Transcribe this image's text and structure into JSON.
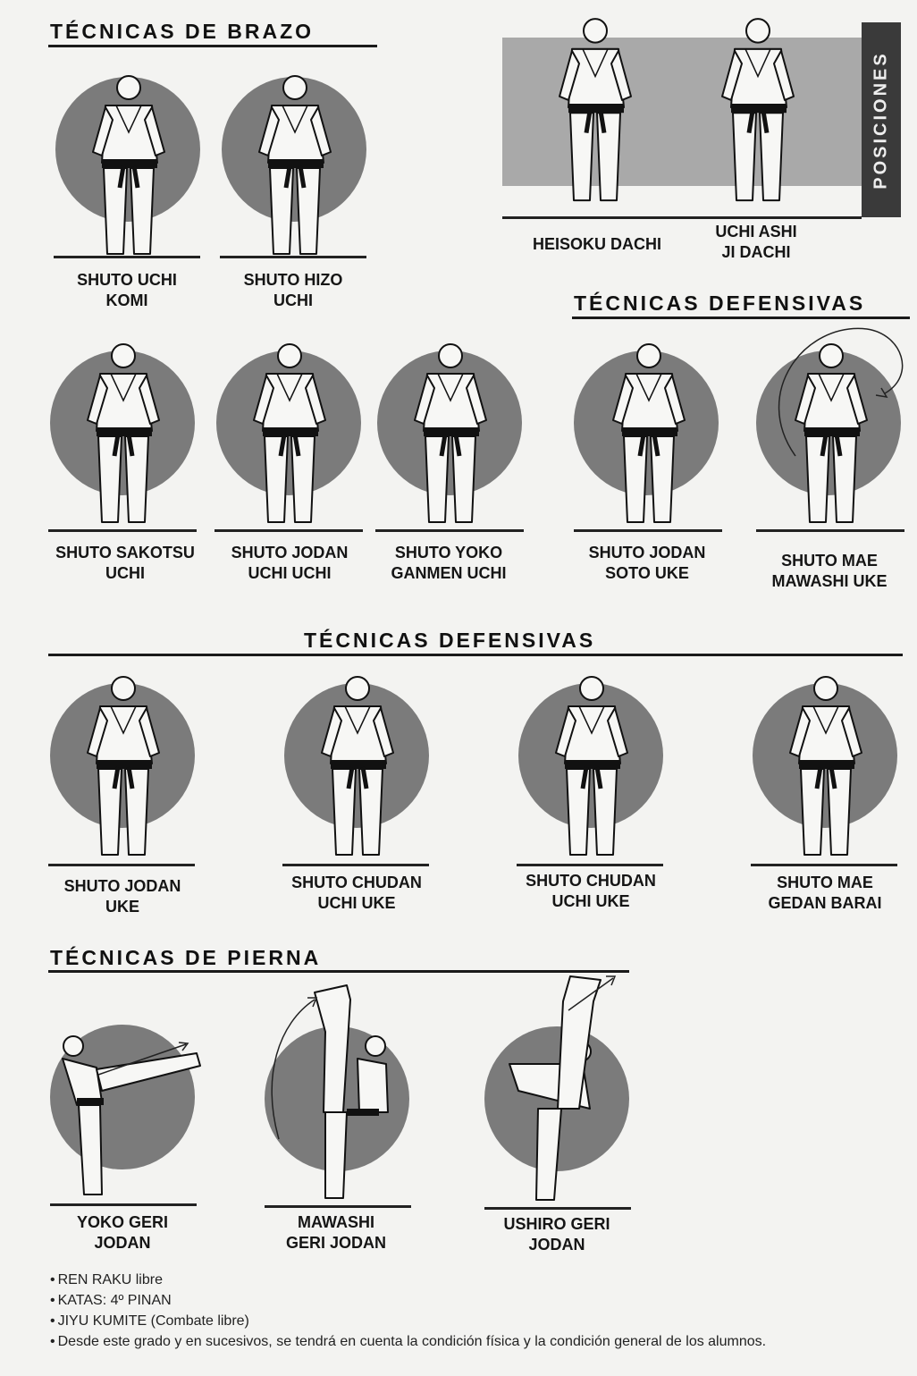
{
  "sections": {
    "arm": "TÉCNICAS DE BRAZO",
    "def1": "TÉCNICAS DEFENSIVAS",
    "def2": "TÉCNICAS DEFENSIVAS",
    "leg": "TÉCNICAS DE PIERNA",
    "positions": "POSICIONES"
  },
  "techniques": {
    "shuto_uchi_komi": [
      "SHUTO UCHI",
      "KOMI"
    ],
    "shuto_hizo_uchi": [
      "SHUTO HIZO",
      "UCHI"
    ],
    "heisoku_dachi": [
      "HEISOKU DACHI"
    ],
    "uchi_ashi_ji_dachi": [
      "UCHI ASHI",
      "JI DACHI"
    ],
    "shuto_sakotsu_uchi": [
      "SHUTO SAKOTSU",
      "UCHI"
    ],
    "shuto_jodan_uchi_uchi": [
      "SHUTO JODAN",
      "UCHI UCHI"
    ],
    "shuto_yoko_ganmen_uchi": [
      "SHUTO YOKO",
      "GANMEN UCHI"
    ],
    "shuto_jodan_soto_uke": [
      "SHUTO JODAN",
      "SOTO UKE"
    ],
    "shuto_mae_mawashi_uke": [
      "SHUTO MAE",
      "MAWASHI UKE"
    ],
    "shuto_jodan_uke": [
      "SHUTO JODAN",
      "UKE"
    ],
    "shuto_chudan_uchi_uke_1": [
      "SHUTO CHUDAN",
      "UCHI UKE"
    ],
    "shuto_chudan_uchi_uke_2": [
      "SHUTO CHUDAN",
      "UCHI UKE"
    ],
    "shuto_mae_gedan_barai": [
      "SHUTO MAE",
      "GEDAN BARAI"
    ],
    "yoko_geri_jodan": [
      "YOKO GERI",
      "JODAN"
    ],
    "mawashi_geri_jodan": [
      "MAWASHI",
      "GERI JODAN"
    ],
    "ushiro_geri_jodan": [
      "USHIRO GERI",
      "JODAN"
    ]
  },
  "notes": [
    "REN RAKU libre",
    "KATAS: 4º PINAN",
    "JIYU KUMITE (Combate libre)",
    "Desde este grado y en sucesivos, se tendrá en cuenta la condición física y la condición general de los alumnos."
  ],
  "colors": {
    "disc": "#7b7b7b",
    "panel": "#a9a9a9",
    "tab": "#3a3a3a",
    "ink": "#111111"
  }
}
